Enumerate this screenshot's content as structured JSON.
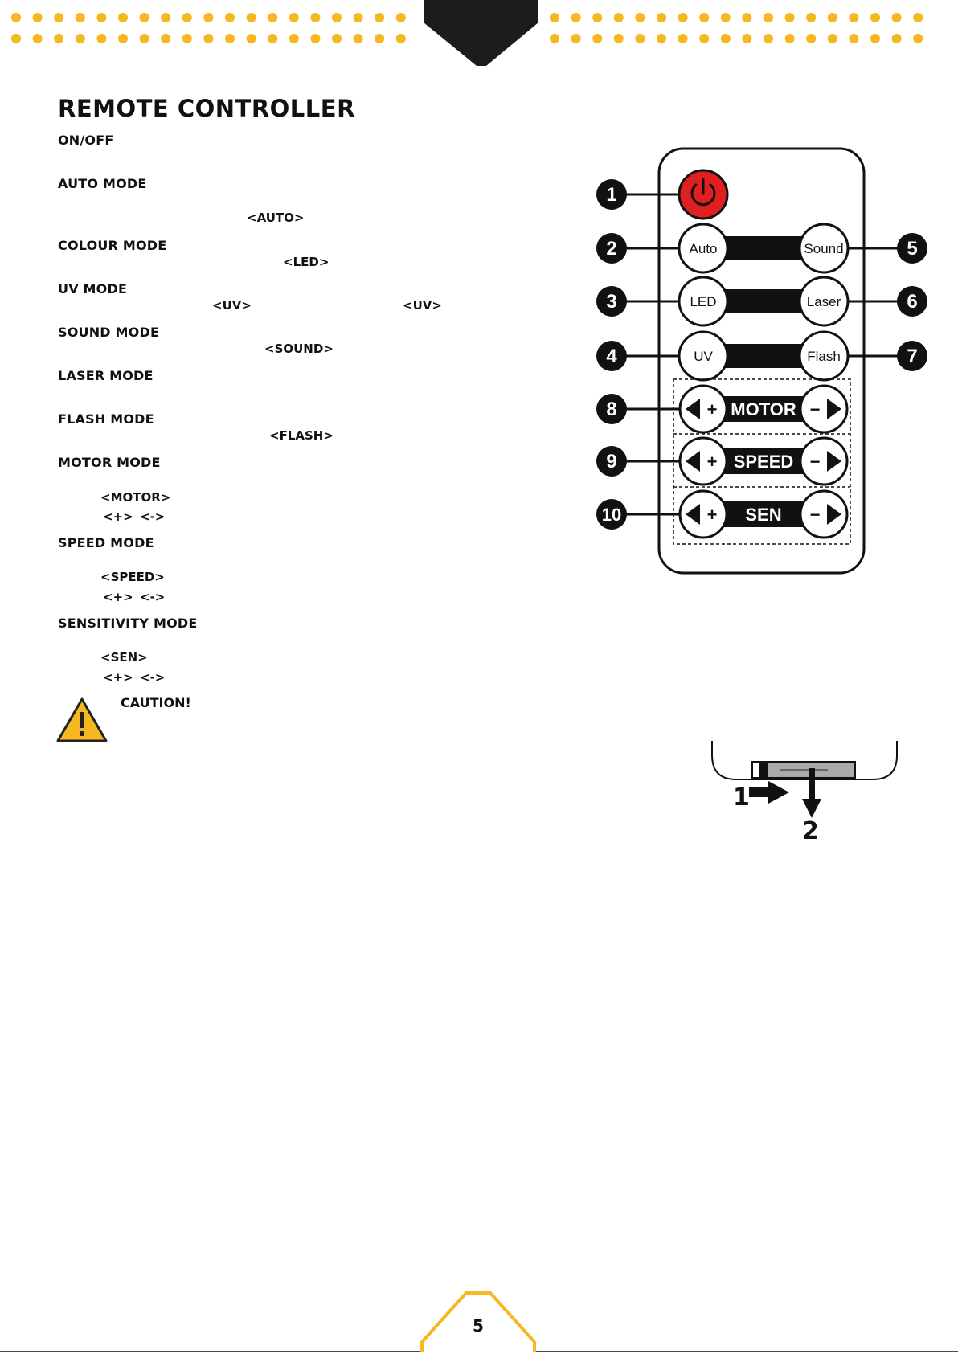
{
  "header": {
    "accent_color": "#F5B820",
    "tab_color": "#1C1C1C"
  },
  "title": "REMOTE CONTROLLER",
  "modes": {
    "on_off": "ON/OFF",
    "auto": "AUTO MODE",
    "colour": "COLOUR MODE",
    "uv": "UV MODE",
    "sound": "SOUND MODE",
    "laser": "LASER MODE",
    "flash": "FLASH MODE",
    "motor": "MOTOR MODE",
    "speed": "SPEED MODE",
    "sensitivity": "SENSITIVITY MODE"
  },
  "tokens": {
    "auto": "<AUTO>",
    "led": "<LED>",
    "uv_1": "<UV>",
    "uv_2": "<UV>",
    "sound": "<SOUND>",
    "flash": "<FLASH>",
    "motor": "<MOTOR>",
    "speed": "<SPEED>",
    "sen": "<SEN>",
    "plus": "<+>",
    "minus": "<->"
  },
  "caution": "CAUTION!",
  "remote": {
    "callouts": [
      "1",
      "2",
      "3",
      "4",
      "5",
      "6",
      "7",
      "8",
      "9",
      "10"
    ],
    "buttons": {
      "auto": "Auto",
      "sound": "Sound",
      "led": "LED",
      "laser": "Laser",
      "uv": "UV",
      "flash": "Flash"
    },
    "bars": {
      "motor": "MOTOR",
      "speed": "SPEED",
      "sen": "SEN"
    },
    "plus": "+",
    "minus": "−",
    "power_color": "#E02020"
  },
  "battery_steps": [
    "1",
    "2"
  ],
  "page_number": "5"
}
